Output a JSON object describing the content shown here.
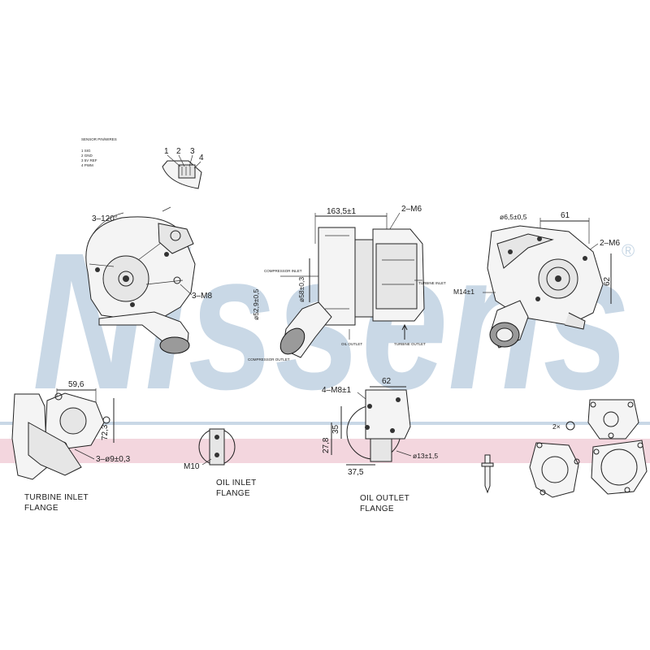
{
  "watermark": {
    "text": "Nissens",
    "registered": "®",
    "color": "#c9d8e6"
  },
  "band": {
    "color": "#f3d6de",
    "line_color": "#c9d8e6"
  },
  "connector": {
    "header": "SENSOR PIN/WIRES",
    "pins": [
      "1",
      "2",
      "3",
      "4"
    ],
    "legend": [
      "1  SIG",
      "2  GND",
      "3  5V REF",
      "4  PWM"
    ]
  },
  "front_view": {
    "bolt_pattern": "3–120°",
    "thread": "3–M8"
  },
  "side_view": {
    "length": "163,5±1",
    "thread": "2–M6",
    "dia_inner": "ø58±0,3",
    "dia_outer": "ø52,9±0,5",
    "compressor_inlet": "COMPRESSOR INLET",
    "compressor_outlet": "COMPRESSOR OUTLET",
    "turbine_inlet": "TURBINE INLET",
    "turbine_outlet": "TURBINE OUTLET",
    "oil_outlet": "OIL OUTLET"
  },
  "rear_view": {
    "hole_dia": "ø6,5±0,5",
    "width": "61",
    "thread": "2–M6",
    "height": "62",
    "side_thread": "M14±1"
  },
  "turbine_inlet_flange": {
    "width": "59,6",
    "height": "72,3",
    "holes": "3–ø9±0,3",
    "caption_line1": "TURBINE INLET",
    "caption_line2": "FLANGE"
  },
  "oil_inlet_flange": {
    "thread": "M10",
    "caption_line1": "OIL INLET",
    "caption_line2": "FLANGE"
  },
  "oil_outlet_flange": {
    "thread": "4–M8±1",
    "width": "62",
    "height_outer": "35",
    "height_inner": "27,8",
    "bottom": "37,5",
    "hole_dia": "ø13±1,5",
    "caption_line1": "OIL OUTLET",
    "caption_line2": "FLANGE"
  },
  "gasket_kit": {
    "count_label": "2×"
  }
}
